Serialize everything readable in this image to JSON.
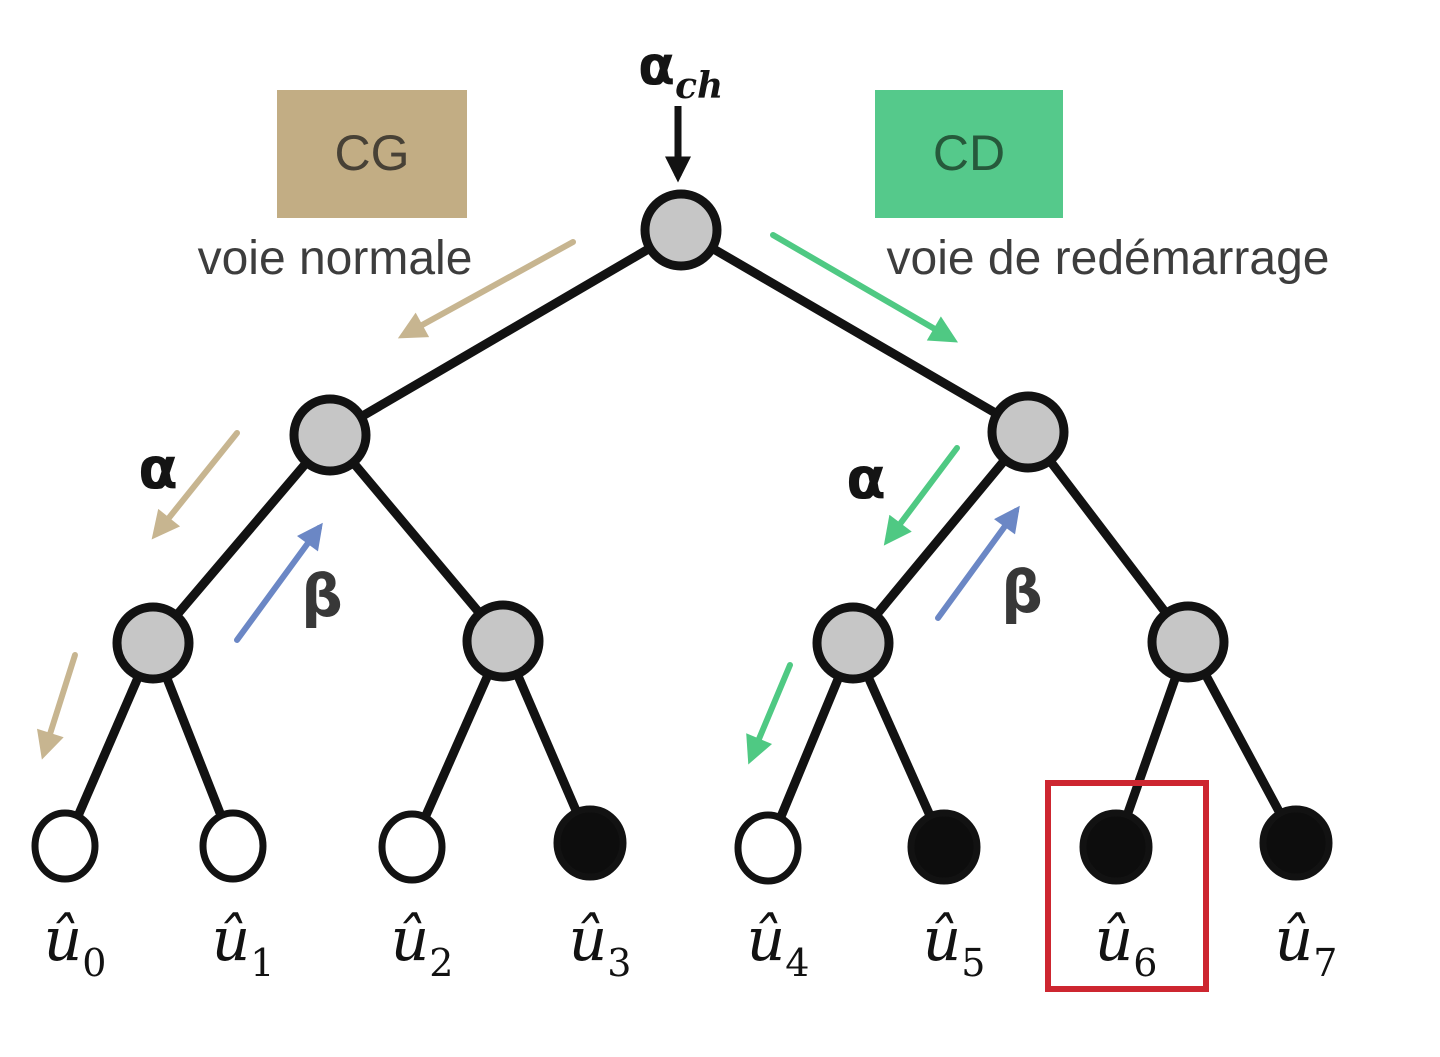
{
  "labels": {
    "alpha_ch_base": "α",
    "alpha_ch_sub": "ch",
    "cg": "CG",
    "cd": "CD",
    "voie_normale": "voie normale",
    "voie_redemarrage": "voie de redémarrage",
    "alpha_left": "α",
    "beta_left": "β",
    "alpha_right": "α",
    "beta_right": "β"
  },
  "leaves": [
    {
      "base": "û",
      "subscript": "0",
      "fill": "#ffffff",
      "highlighted": false
    },
    {
      "base": "û",
      "subscript": "1",
      "fill": "#ffffff",
      "highlighted": false
    },
    {
      "base": "û",
      "subscript": "2",
      "fill": "#ffffff",
      "highlighted": false
    },
    {
      "base": "û",
      "subscript": "3",
      "fill": "#0d0d0d",
      "highlighted": false
    },
    {
      "base": "û",
      "subscript": "4",
      "fill": "#ffffff",
      "highlighted": false
    },
    {
      "base": "û",
      "subscript": "5",
      "fill": "#0d0d0d",
      "highlighted": false
    },
    {
      "base": "û",
      "subscript": "6",
      "fill": "#0d0d0d",
      "highlighted": true
    },
    {
      "base": "û",
      "subscript": "7",
      "fill": "#0d0d0d",
      "highlighted": false
    }
  ],
  "colors": {
    "cg_box": "#c2ad84",
    "cg_text": "#474136",
    "cd_box": "#55c98b",
    "cd_text": "#26593b",
    "tan_arrow": "#c7b590",
    "green_arrow": "#4fc983",
    "blue_arrow": "#6b87c5",
    "black_arrow": "#121212",
    "node_fill": "#c6c6c6",
    "text": "#3d3d3d",
    "alpha_text": "#141414",
    "beta_text": "#383838",
    "highlight_box": "#cd2630"
  }
}
